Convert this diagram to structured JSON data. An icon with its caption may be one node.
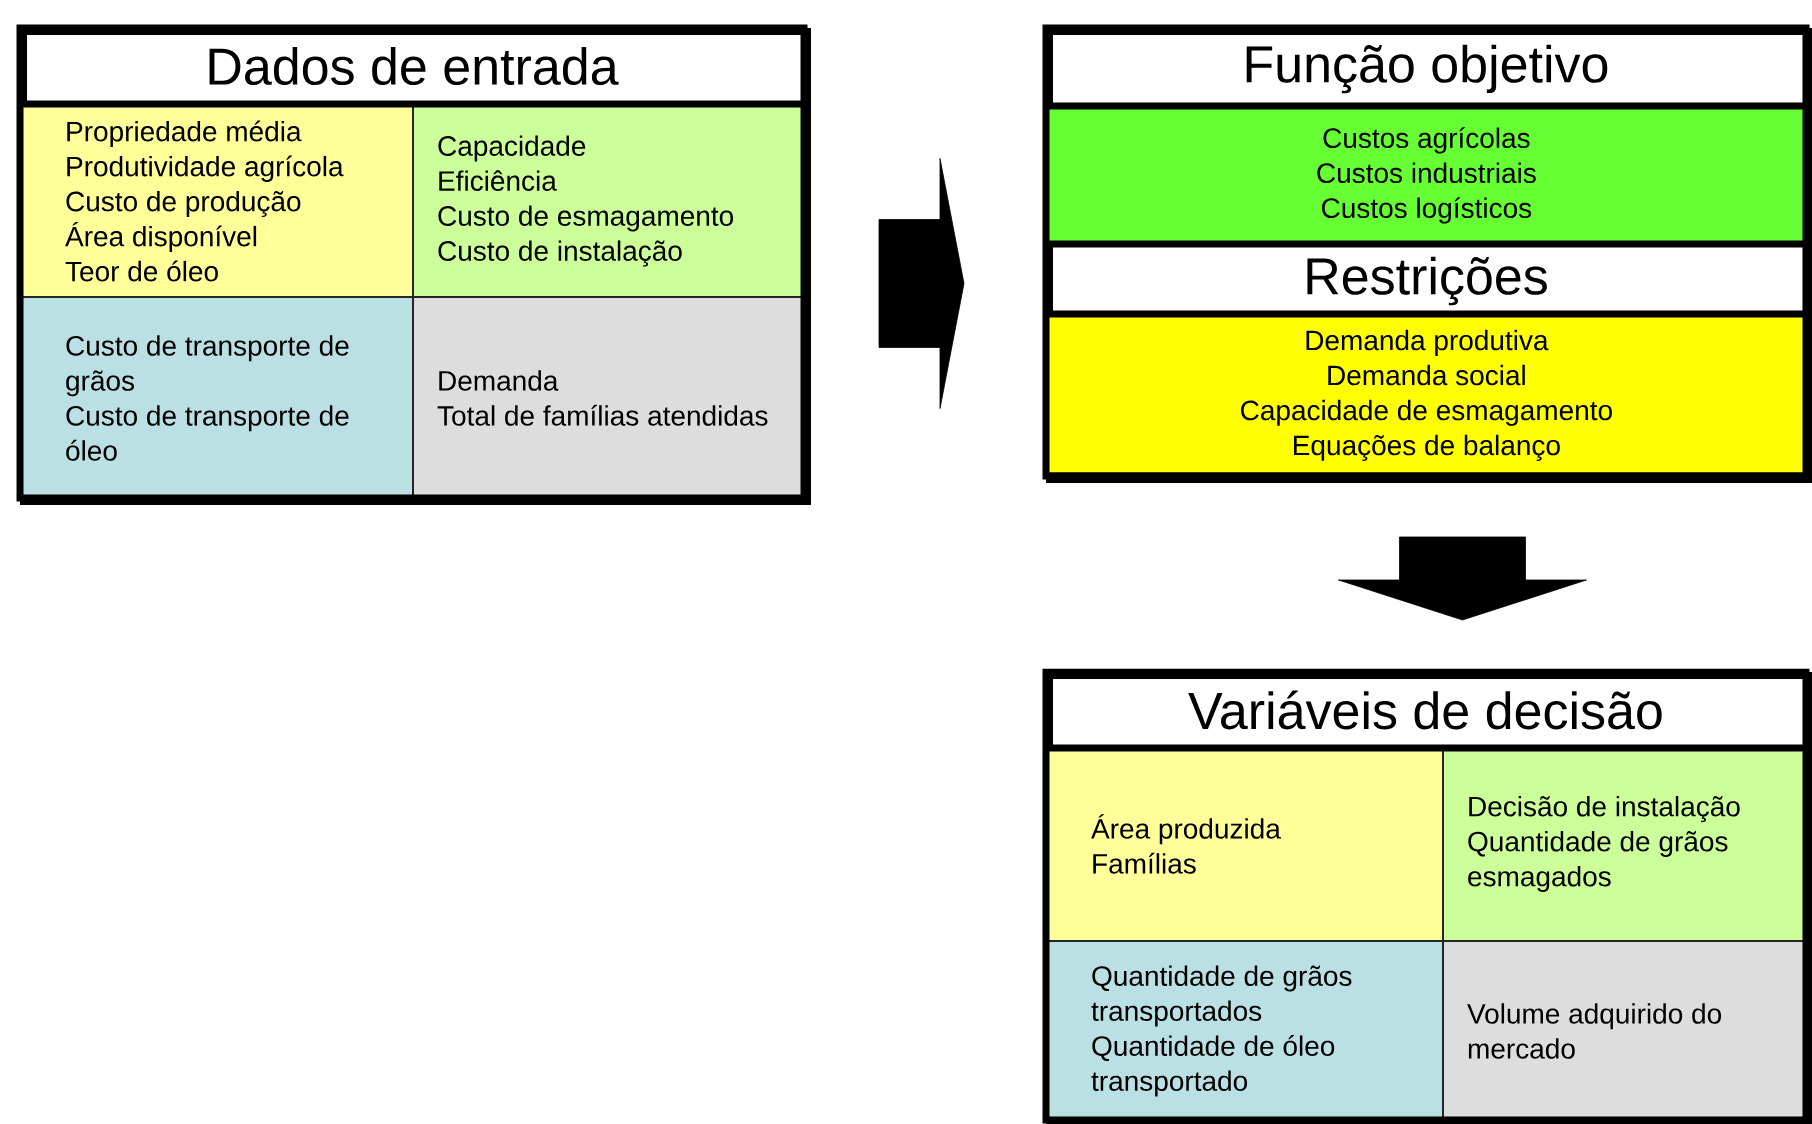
{
  "diagram": {
    "nodes": [
      {
        "text": [
          "Dados de entrada"
        ]
      },
      {
        "text": [
          "Propriedade média",
          "Produtividade agrícola",
          "Custo de produção",
          "Área disponível",
          "Teor de óleo"
        ],
        "in": 0
      },
      {
        "text": [
          "Capacidade",
          "Eficiência",
          "Custo de esmagamento",
          "Custo de instalação"
        ],
        "in": 0
      },
      {
        "text": [
          "Custo de transporte de grãos",
          "Custo de transporte de óleo"
        ],
        "in": 0
      },
      {
        "text": [
          "Demanda",
          "Total de famílias atendidas"
        ],
        "in": 0
      },
      {
        "text": [],
        "shape": "box"
      },
      {
        "text": [
          "Função objetivo",
          "Custos agrícolas",
          "Custos industriais",
          "Custos logísticos"
        ],
        "in": 5
      },
      {
        "text": [
          "Restrições",
          "Demanda produtiva",
          "Demanda social",
          "Capacidade de esmagamento",
          "Equações de balanço"
        ],
        "in": 5
      },
      {
        "text": [
          "Variáveis de decisão"
        ]
      },
      {
        "text": [
          "Área produzida",
          "Famílias"
        ],
        "in": 8
      },
      {
        "text": [
          "Decisão de instalação",
          "Quantidade de grãos esmagados"
        ],
        "in": 8
      },
      {
        "text": [
          "Quantidade de grãos transportados",
          "Quantidade de óleo transportado"
        ],
        "in": 8
      },
      {
        "text": [
          "Volume adquirido do mercado"
        ],
        "in": 8
      }
    ],
    "edges": [
      {
        "from": 0,
        "to": 5,
        "arrow": "to"
      },
      {
        "from": 5,
        "to": 8,
        "arrow": "to"
      }
    ]
  }
}
